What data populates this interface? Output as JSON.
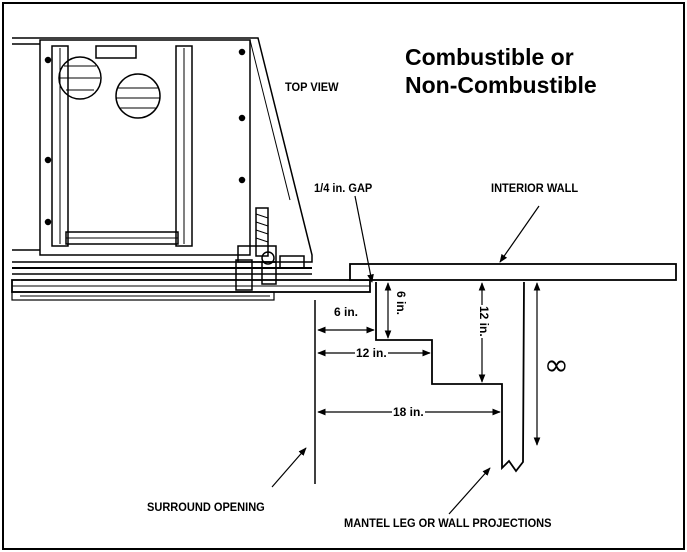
{
  "title": {
    "line1": "Combustible or",
    "line2": "Non-Combustible"
  },
  "labels": {
    "top_view": "TOP VIEW",
    "gap": "1/4 in. GAP",
    "interior_wall": "INTERIOR WALL",
    "surround_opening": "SURROUND OPENING",
    "mantel_leg": "MANTEL LEG OR WALL PROJECTIONS",
    "infinity": "∞"
  },
  "dimensions": {
    "depth_6": "6 in.",
    "width_6": "6 in.",
    "width_12": "12 in.",
    "depth_12": "12 in.",
    "width_18": "18 in."
  }
}
